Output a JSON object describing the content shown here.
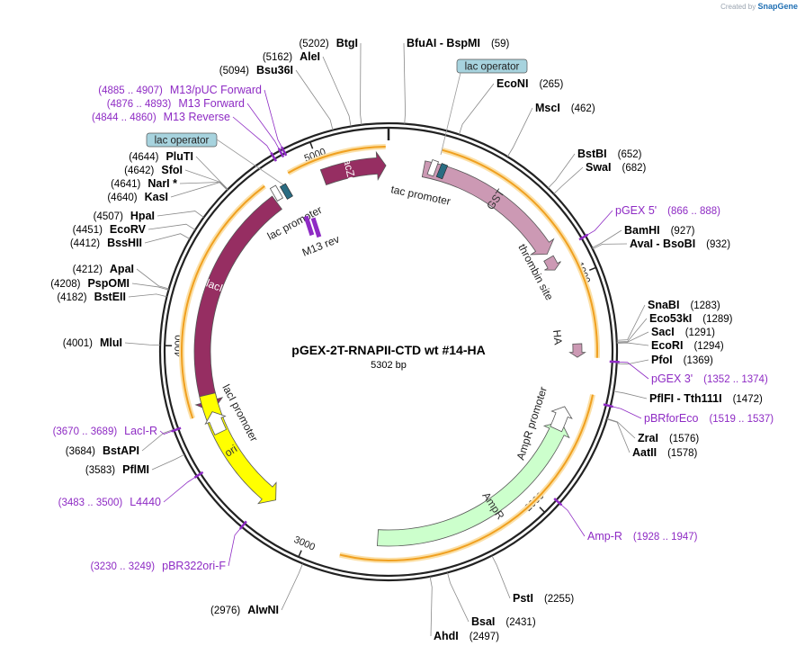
{
  "app": {
    "credit_prefix": "Created by",
    "credit_brand": "SnapGene"
  },
  "map": {
    "name": "pGEX-2T-RNAPII-CTD wt #14-HA",
    "size_label": "5302 bp",
    "length": 5302,
    "ticks": [
      "1000",
      "2000",
      "3000",
      "4000",
      "5000"
    ],
    "colors": {
      "backbone": "#222222",
      "enzyme_line": "#888888",
      "primer": "#8e2bc4",
      "lacZa": "#962e62",
      "lacI": "#962e62",
      "GST": "#cc99b4",
      "thrombin": "#cc99b4",
      "HA": "#cc99b4",
      "AmpR": "#ccffcc",
      "ori": "#ffff00",
      "promoter": "#ffffff",
      "operator": "#a7d3de",
      "orf": "#f0a020"
    }
  },
  "enzymes": [
    {
      "name": "BtgI",
      "pos": "(5202)",
      "bp": 5202,
      "side": "L"
    },
    {
      "name": "AleI",
      "pos": "(5162)",
      "bp": 5162,
      "side": "L"
    },
    {
      "name": "Bsu36I",
      "pos": "(5094)",
      "bp": 5094,
      "side": "L"
    },
    {
      "name": "BfuAI  -  BspMI",
      "pos": "(59)",
      "bp": 59,
      "side": "R"
    },
    {
      "name": "EcoNI",
      "pos": "(265)",
      "bp": 265,
      "side": "R"
    },
    {
      "name": "MscI",
      "pos": "(462)",
      "bp": 462,
      "side": "R"
    },
    {
      "name": "BstBI",
      "pos": "(652)",
      "bp": 652,
      "side": "R"
    },
    {
      "name": "SwaI",
      "pos": "(682)",
      "bp": 682,
      "side": "R"
    },
    {
      "name": "BamHI",
      "pos": "(927)",
      "bp": 927,
      "side": "R"
    },
    {
      "name": "AvaI  -  BsoBI",
      "pos": "(932)",
      "bp": 932,
      "side": "R"
    },
    {
      "name": "SnaBI",
      "pos": "(1283)",
      "bp": 1283,
      "side": "R"
    },
    {
      "name": "Eco53kI",
      "pos": "(1289)",
      "bp": 1289,
      "side": "R"
    },
    {
      "name": "SacI",
      "pos": "(1291)",
      "bp": 1291,
      "side": "R"
    },
    {
      "name": "EcoRI",
      "pos": "(1294)",
      "bp": 1294,
      "side": "R"
    },
    {
      "name": "PfoI",
      "pos": "(1369)",
      "bp": 1369,
      "side": "R"
    },
    {
      "name": "PflFI  -  Tth111I",
      "pos": "(1472)",
      "bp": 1472,
      "side": "R"
    },
    {
      "name": "ZraI",
      "pos": "(1576)",
      "bp": 1576,
      "side": "R"
    },
    {
      "name": "AatII",
      "pos": "(1578)",
      "bp": 1578,
      "side": "R"
    },
    {
      "name": "PstI",
      "pos": "(2255)",
      "bp": 2255,
      "side": "R"
    },
    {
      "name": "BsaI",
      "pos": "(2431)",
      "bp": 2431,
      "side": "R"
    },
    {
      "name": "AhdI",
      "pos": "(2497)",
      "bp": 2497,
      "side": "R"
    },
    {
      "name": "AlwNI",
      "pos": "(2976)",
      "bp": 2976,
      "side": "L"
    },
    {
      "name": "PflMI",
      "pos": "(3583)",
      "bp": 3583,
      "side": "L"
    },
    {
      "name": "BstAPI",
      "pos": "(3684)",
      "bp": 3684,
      "side": "L"
    },
    {
      "name": "MluI",
      "pos": "(4001)",
      "bp": 4001,
      "side": "L"
    },
    {
      "name": "BstEII",
      "pos": "(4182)",
      "bp": 4182,
      "side": "L"
    },
    {
      "name": "PspOMI",
      "pos": "(4208)",
      "bp": 4208,
      "side": "L"
    },
    {
      "name": "ApaI",
      "pos": "(4212)",
      "bp": 4212,
      "side": "L"
    },
    {
      "name": "BssHII",
      "pos": "(4412)",
      "bp": 4412,
      "side": "L"
    },
    {
      "name": "EcoRV",
      "pos": "(4451)",
      "bp": 4451,
      "side": "L"
    },
    {
      "name": "HpaI",
      "pos": "(4507)",
      "bp": 4507,
      "side": "L"
    },
    {
      "name": "KasI",
      "pos": "(4640)",
      "bp": 4640,
      "side": "L"
    },
    {
      "name": "NarI *",
      "pos": "(4641)",
      "bp": 4641,
      "side": "L"
    },
    {
      "name": "SfoI",
      "pos": "(4642)",
      "bp": 4642,
      "side": "L"
    },
    {
      "name": "PluTI",
      "pos": "(4644)",
      "bp": 4644,
      "side": "L"
    }
  ],
  "primers": [
    {
      "name": "M13/pUC Forward",
      "range": "(4885 .. 4907)",
      "bp": 4896,
      "side": "L"
    },
    {
      "name": "M13 Forward",
      "range": "(4876 .. 4893)",
      "bp": 4884,
      "side": "L"
    },
    {
      "name": "M13 Reverse",
      "range": "(4844 .. 4860)",
      "bp": 4852,
      "side": "L"
    },
    {
      "name": "pGEX 5'",
      "range": "(866 .. 888)",
      "bp": 877,
      "side": "R"
    },
    {
      "name": "pGEX 3'",
      "range": "(1352 .. 1374)",
      "bp": 1363,
      "side": "R"
    },
    {
      "name": "pBRforEco",
      "range": "(1519 .. 1537)",
      "bp": 1528,
      "side": "R"
    },
    {
      "name": "Amp-R",
      "range": "(1928 .. 1947)",
      "bp": 1937,
      "side": "R"
    },
    {
      "name": "pBR322ori-F",
      "range": "(3230 .. 3249)",
      "bp": 3240,
      "side": "L"
    },
    {
      "name": "L4440",
      "range": "(3483 .. 3500)",
      "bp": 3491,
      "side": "L"
    },
    {
      "name": "LacI-R",
      "range": "(3670 .. 3689)",
      "bp": 3680,
      "side": "L"
    }
  ],
  "features": {
    "lacZa": "lacZα",
    "GST": "GST",
    "lacI": "lacI",
    "AmpR": "AmpR",
    "ori": "ori",
    "tac_promoter": "tac promoter",
    "lac_promoter": "lac promoter",
    "lacI_promoter": "lacI promoter",
    "AmpR_promoter": "AmpR promoter",
    "thrombin_site": "thrombin site",
    "HA": "HA",
    "M13_rev": "M13 rev",
    "lac_operator_1": "lac operator",
    "lac_operator_2": "lac operator"
  }
}
